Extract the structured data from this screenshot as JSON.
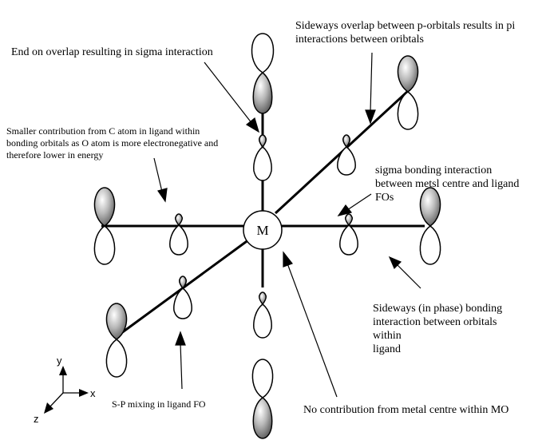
{
  "metal_label": "M",
  "axes": {
    "x": "x",
    "y": "y",
    "z": "z"
  },
  "annotations": {
    "sigma_end_on": [
      "End on overlap resulting in sigma interaction"
    ],
    "pi_sideways": [
      "Sideways overlap between p-orbitals results in pi",
      "interactions between oribtals"
    ],
    "c_atom_contribution": [
      "Smaller contribution from C atom in ligand within",
      "bonding orbitals as O atom is more electronegative and",
      "therefore lower in energy"
    ],
    "sigma_bonding": [
      "sigma bonding interaction",
      "between metsl centre and ligand",
      "FOs"
    ],
    "sideways_in_phase": [
      "Sideways (in phase) bonding",
      "interaction between orbitals",
      "within",
      "ligand"
    ],
    "sp_mixing": [
      "S-P mixing in ligand FO"
    ],
    "no_metal_contribution": [
      "No contribution from metal centre within MO"
    ]
  },
  "colors": {
    "line": "#000000",
    "shaded_lobe_light": "#ffffff",
    "shaded_lobe_dark": "#6e6e6e",
    "background": "#ffffff"
  }
}
